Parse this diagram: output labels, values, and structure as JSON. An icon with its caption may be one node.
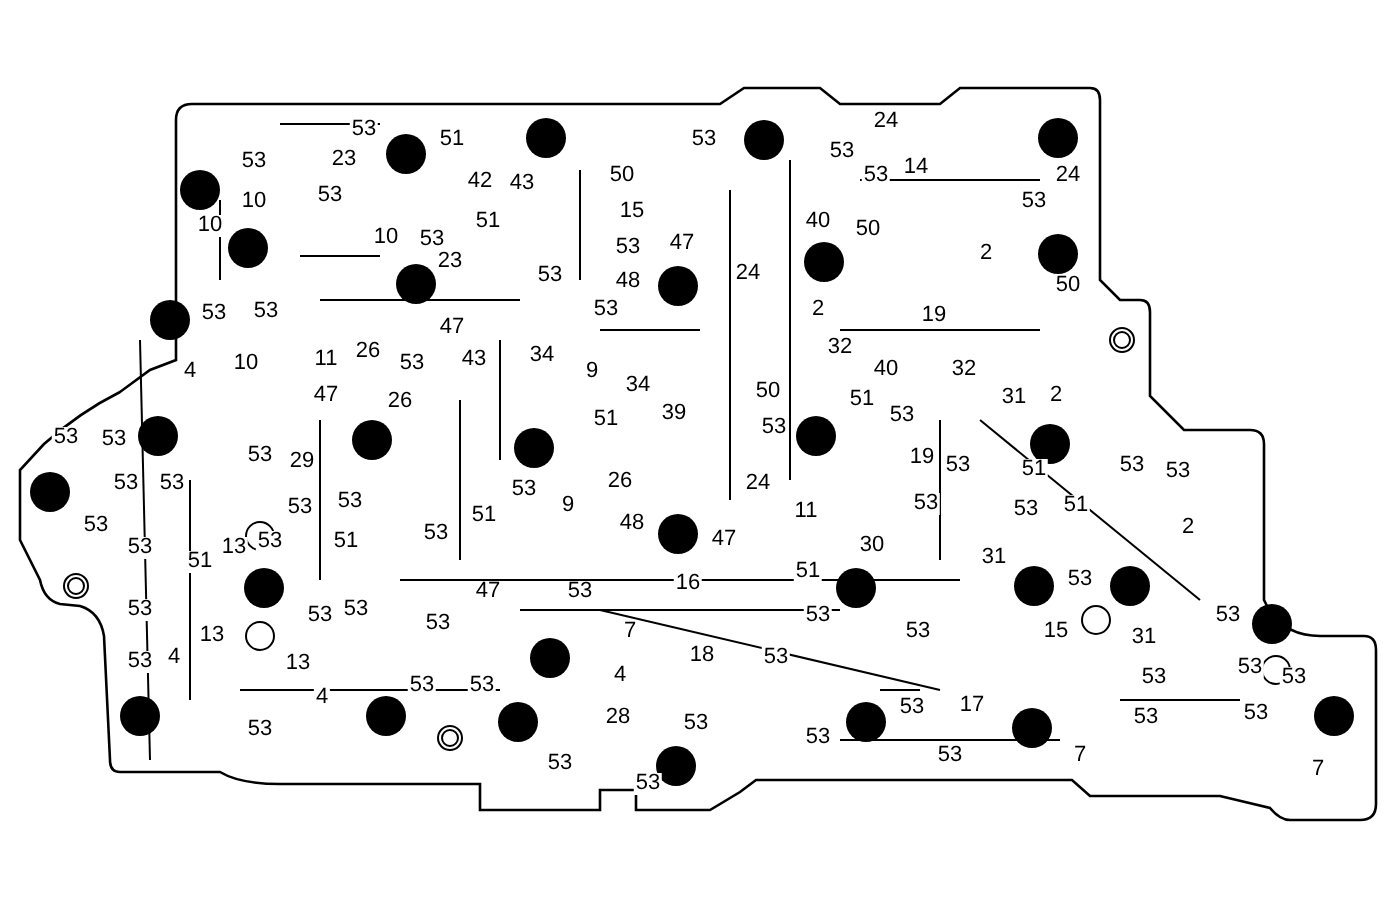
{
  "diagram": {
    "labels": [
      "53",
      "51",
      "53",
      "24",
      "53",
      "53",
      "23",
      "42",
      "43",
      "50",
      "53",
      "14",
      "24",
      "53",
      "10",
      "53",
      "10",
      "15",
      "51",
      "40",
      "50",
      "10",
      "53",
      "53",
      "47",
      "2",
      "23",
      "53",
      "48",
      "24",
      "50",
      "53",
      "53",
      "53",
      "2",
      "19",
      "47",
      "26",
      "34",
      "32",
      "11",
      "43",
      "10",
      "53",
      "40",
      "32",
      "4",
      "9",
      "34",
      "50",
      "47",
      "31",
      "2",
      "26",
      "51",
      "39",
      "53",
      "51",
      "53",
      "53",
      "53",
      "53",
      "19",
      "29",
      "53",
      "51",
      "53",
      "53",
      "26",
      "24",
      "53",
      "53",
      "53",
      "53",
      "53",
      "51",
      "9",
      "53",
      "53",
      "11",
      "51",
      "53",
      "48",
      "2",
      "53",
      "47",
      "53",
      "51",
      "30",
      "53",
      "13",
      "31",
      "51",
      "51",
      "53",
      "16",
      "47",
      "53",
      "53",
      "53",
      "53",
      "53",
      "53",
      "53",
      "7",
      "15",
      "53",
      "13",
      "31",
      "18",
      "53",
      "4",
      "53",
      "13",
      "53",
      "4",
      "53",
      "53",
      "53",
      "53",
      "4",
      "17",
      "53",
      "53",
      "28",
      "53",
      "53",
      "53",
      "53",
      "7",
      "53",
      "53",
      "7",
      "53"
    ]
  }
}
